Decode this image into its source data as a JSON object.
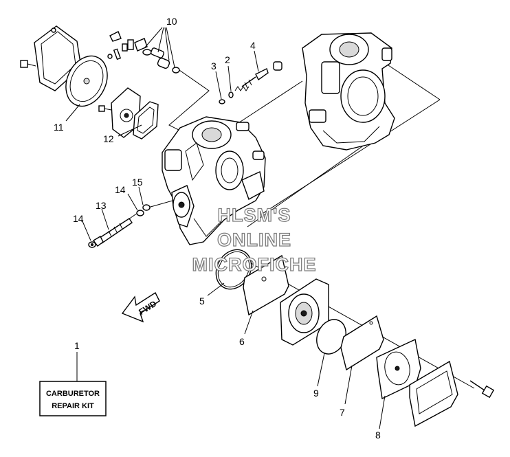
{
  "callouts": {
    "c1": "1",
    "c2": "2",
    "c3": "3",
    "c4": "4",
    "c5": "5",
    "c6": "6",
    "c7": "7",
    "c8": "8",
    "c9": "9",
    "c10": "10",
    "c11": "11",
    "c12": "12",
    "c13": "13",
    "c14a": "14",
    "c14b": "14",
    "c15": "15"
  },
  "kit_label": {
    "line1": "CARBURETOR",
    "line2": "REPAIR KIT"
  },
  "fwd_label": "FWD",
  "watermark": {
    "line1": "HLSM'S",
    "line2": "ONLINE",
    "line3": "MICROFICHE"
  }
}
